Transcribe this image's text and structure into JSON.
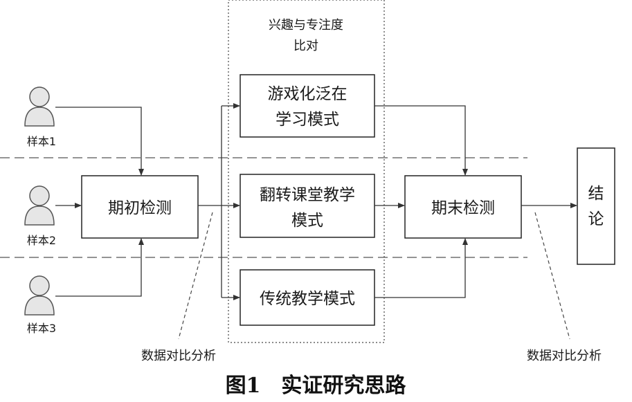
{
  "samples": [
    "样本1",
    "样本2",
    "样本3"
  ],
  "compare_label": [
    "兴趣与专注度",
    "比对"
  ],
  "boxes": {
    "pretest": "期初检测",
    "game": [
      "游戏化泛在",
      "学习模式"
    ],
    "flipped": [
      "翻转课堂教学",
      "模式"
    ],
    "traditional": "传统教学模式",
    "posttest": "期末检测",
    "conclusion": [
      "结",
      "论"
    ]
  },
  "analysis_left": "数据对比分析",
  "analysis_right": "数据对比分析",
  "caption": "图1　实证研究思路"
}
